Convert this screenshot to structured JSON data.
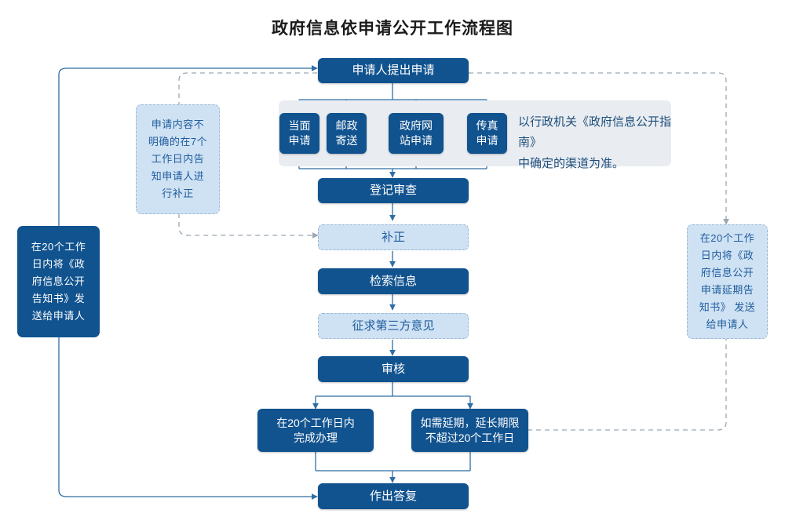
{
  "title": "政府信息依申请公开工作流程图",
  "colors": {
    "dark_blue": "#11538f",
    "light_blue": "#cfe2f3",
    "band_gray": "#e9edf2",
    "light_text": "#1f5c9e",
    "wire_solid": "#2f6ea5",
    "wire_dashed": "#9aa8b4"
  },
  "nodes": {
    "start": "申请人提出申请",
    "channels": [
      "当面\n申请",
      "邮政\n寄送",
      "政府网\n站申请",
      "传真\n申请"
    ],
    "channel_note": "以行政机关《政府信息公开指南》\n中确定的渠道为准。",
    "register_review": "登记审查",
    "supplement": "补正",
    "search_info": "检索信息",
    "third_party": "征求第三方意见",
    "audit": "审核",
    "complete_in_20": "在20个工作日内\n完成办理",
    "extension": "如需延期，延长期限\n不超过20个工作日",
    "reply": "作出答复"
  },
  "notes": {
    "unclear_application": "申请内容不\n明确的在7个\n工作日内告\n知申请人进\n行补正",
    "left_notice": "在20个工作\n日内将《政\n府信息公开\n告知书》发\n送给申请人",
    "right_notice": "在20个工作\n日内将《政\n府信息公开\n申请延期告\n知书》 发送\n给申请人"
  }
}
